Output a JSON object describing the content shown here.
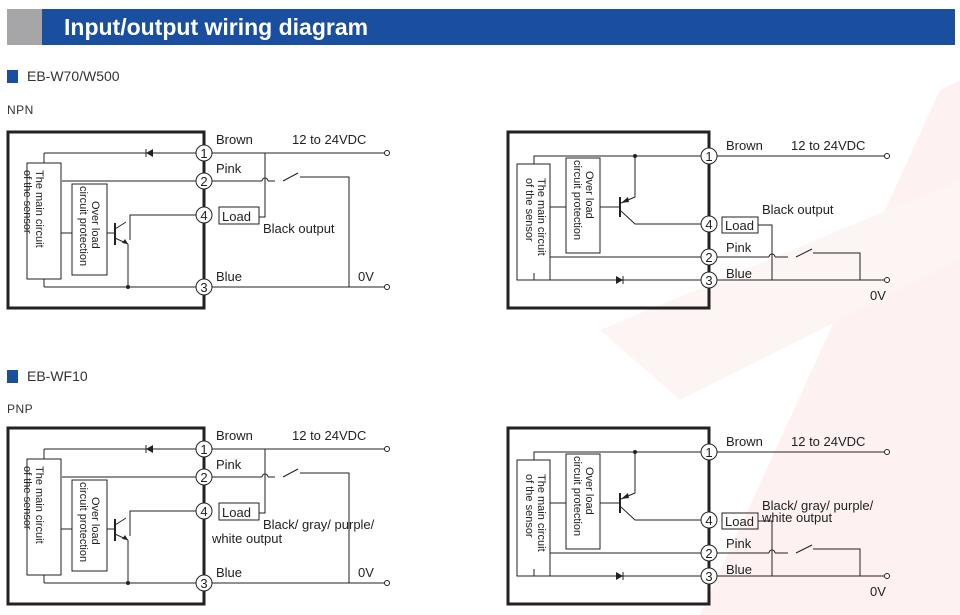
{
  "header": {
    "title": "Input/output wiring diagram"
  },
  "sections": [
    {
      "model": "EB-W70/W500",
      "type": "NPN"
    },
    {
      "model": "EB-WF10",
      "type": "PNP"
    }
  ],
  "diagrams": [
    {
      "brown": "Brown",
      "supply": "12 to 24VDC",
      "pink": "Pink",
      "blue": "Blue",
      "zero": "0V",
      "load": "Load",
      "out1": "Black output",
      "out2": "",
      "main1": "The main circuit",
      "main2": "of the sensor",
      "ol1": "Over load",
      "ol2": "circuit protection",
      "t1": "1",
      "t2": "2",
      "t3": "3",
      "t4": "4"
    },
    {
      "brown": "Brown",
      "supply": "12 to 24VDC",
      "pink": "Pink",
      "blue": "Blue",
      "zero": "0V",
      "load": "Load",
      "out1": "Black output",
      "out2": "",
      "main1": "The main circuit",
      "main2": "of the sensor",
      "ol1": "Over load",
      "ol2": "circuit protection",
      "t1": "1",
      "t2": "2",
      "t3": "3",
      "t4": "4"
    },
    {
      "brown": "Brown",
      "supply": "12 to 24VDC",
      "pink": "Pink",
      "blue": "Blue",
      "zero": "0V",
      "load": "Load",
      "out1": "Black/ gray/ purple/",
      "out2": "white output",
      "main1": "The main circuit",
      "main2": "of the sensor",
      "ol1": "Over load",
      "ol2": "circuit protection",
      "t1": "1",
      "t2": "2",
      "t3": "3",
      "t4": "4"
    },
    {
      "brown": "Brown",
      "supply": "12 to 24VDC",
      "pink": "Pink",
      "blue": "Blue",
      "zero": "0V",
      "load": "Load",
      "out1": "Black/ gray/ purple/",
      "out2": "white output",
      "main1": "The main circuit",
      "main2": "of the sensor",
      "ol1": "Over load",
      "ol2": "circuit protection",
      "t1": "1",
      "t2": "2",
      "t3": "3",
      "t4": "4"
    }
  ]
}
